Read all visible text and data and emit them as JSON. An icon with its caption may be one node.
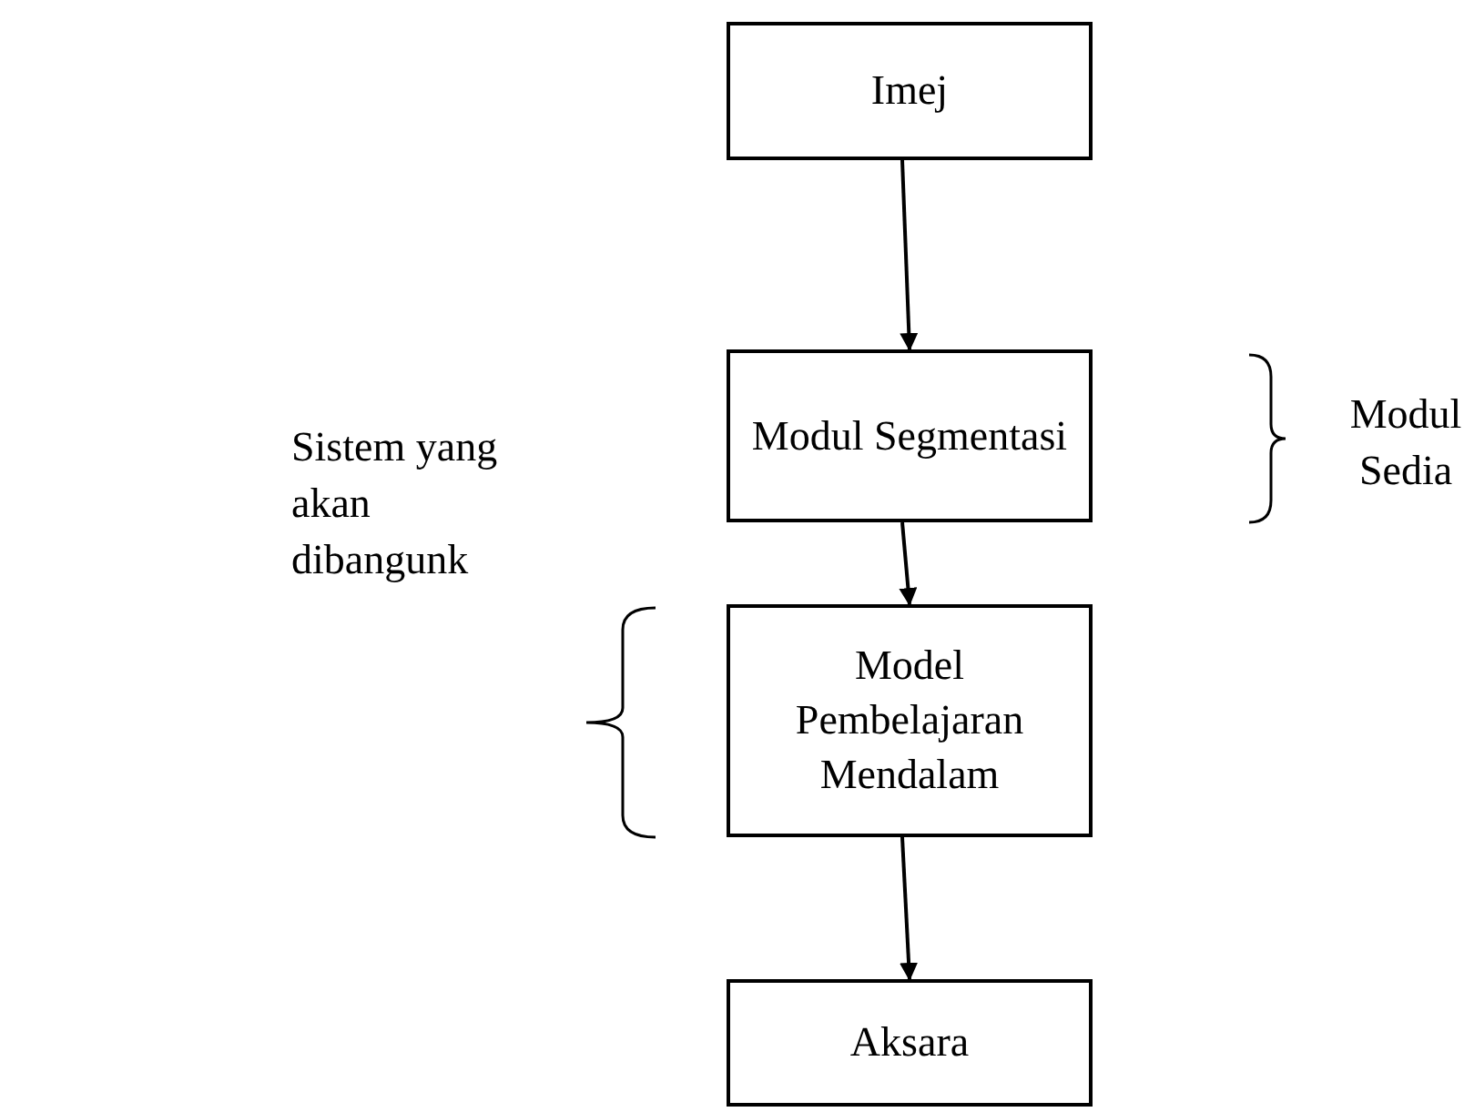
{
  "diagram": {
    "nodes": [
      {
        "text": [
          "Imej"
        ]
      },
      {
        "text": [
          "Modul Segmentasi"
        ]
      },
      {
        "text": [
          "Model Pembelajaran Mendalam"
        ]
      },
      {
        "text": [
          "Aksara"
        ]
      }
    ],
    "edges": [
      {
        "from": 0,
        "to": 1,
        "arrow": "to"
      },
      {
        "from": 1,
        "to": 2,
        "arrow": "to"
      },
      {
        "from": 2,
        "to": 3,
        "arrow": "to"
      }
    ],
    "labels": [
      "Modul Sedia",
      "Sistem yang akan dibangunk"
    ]
  }
}
